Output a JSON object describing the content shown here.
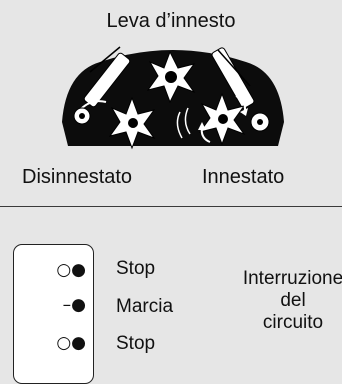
{
  "header": {
    "title": "Leva d’innesto"
  },
  "lever": {
    "left_label": "Disinnestato",
    "right_label": "Innestato",
    "icon": "lever-positions-graphic"
  },
  "switch": {
    "symbols": [
      "○●",
      "–●",
      "○●"
    ],
    "positions": [
      "Stop",
      "Marcia",
      "Stop"
    ],
    "circuit_lines": [
      "Interruzione",
      "del",
      "circuito"
    ]
  }
}
